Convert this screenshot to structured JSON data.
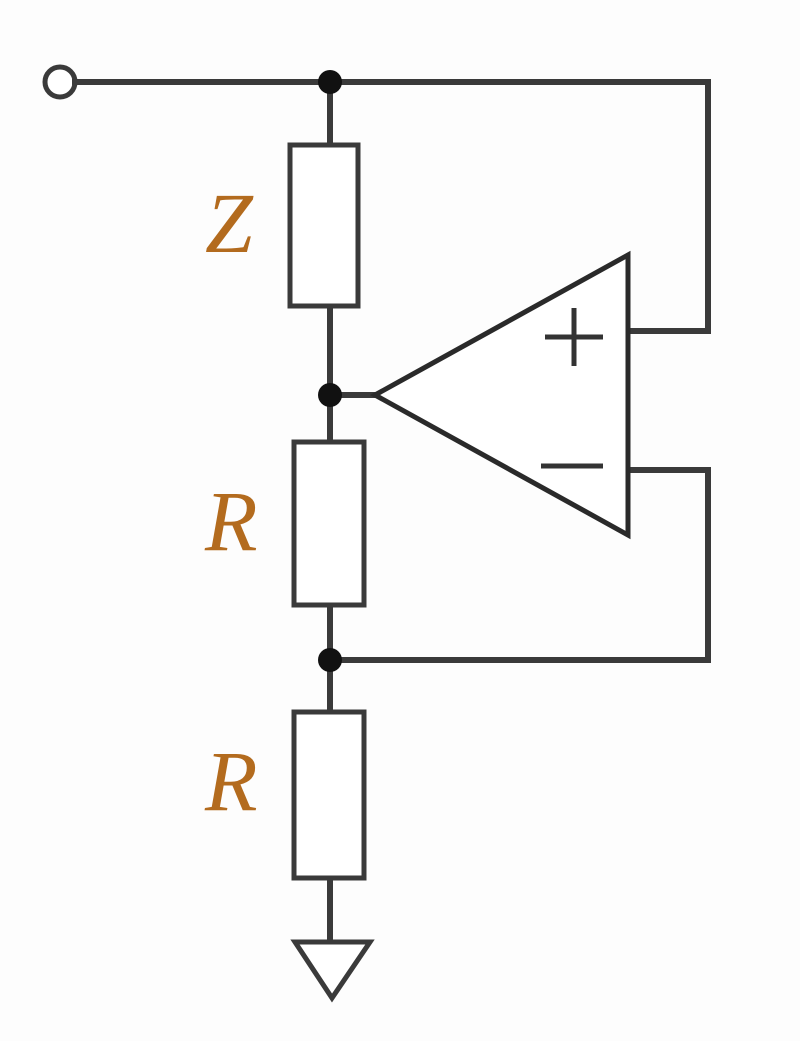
{
  "labels": {
    "z": "Z",
    "r_upper": "R",
    "r_lower": "R"
  },
  "opamp": {
    "plus": "+",
    "minus": "−"
  },
  "colors": {
    "line": "#3a3a3a",
    "label": "#b36b1e",
    "background": "#fdfdfd"
  }
}
